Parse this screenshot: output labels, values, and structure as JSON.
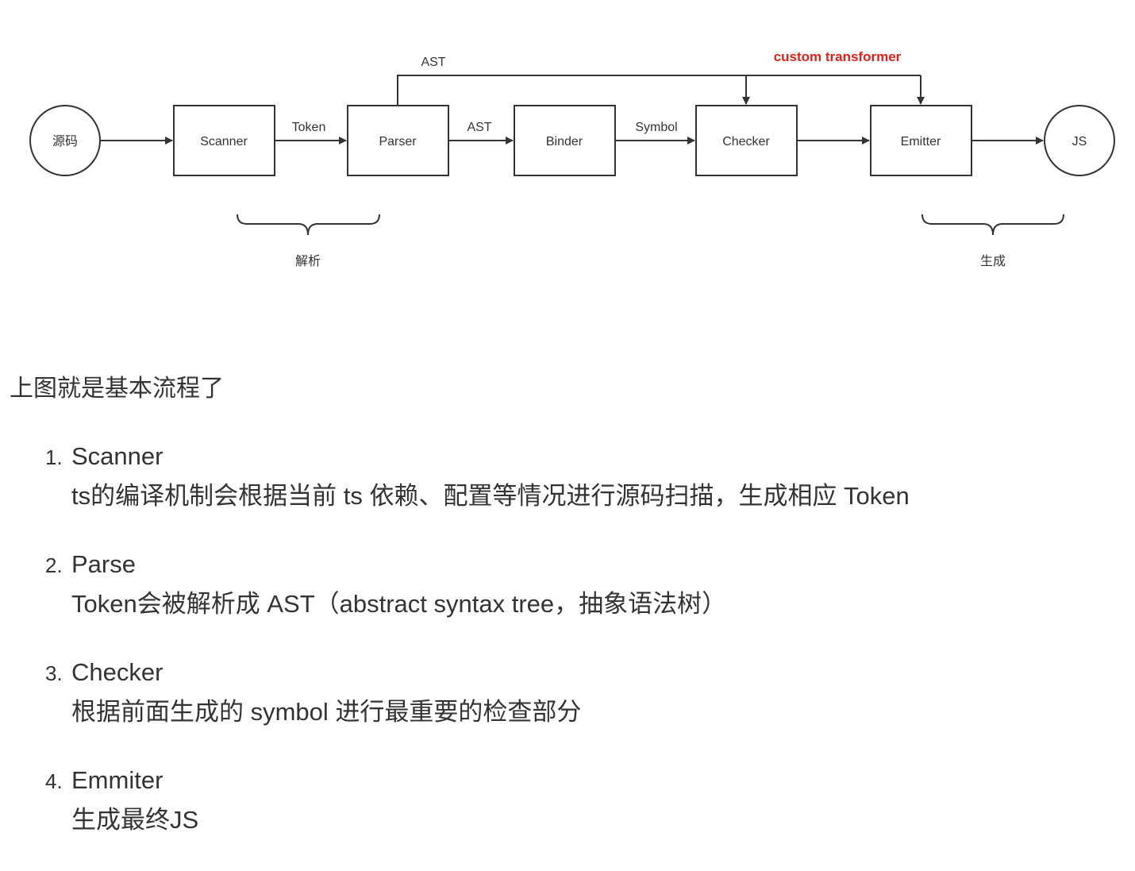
{
  "diagram": {
    "nodes": {
      "source": "源码",
      "scanner": "Scanner",
      "parser": "Parser",
      "binder": "Binder",
      "checker": "Checker",
      "emitter": "Emitter",
      "js": "JS"
    },
    "edge_labels": {
      "token": "Token",
      "ast_parser_binder": "AST",
      "symbol": "Symbol",
      "ast_top": "AST",
      "custom_transformer": "custom transformer"
    },
    "group_labels": {
      "parse": "解析",
      "generate": "生成"
    },
    "colors": {
      "stroke": "#333333",
      "highlight": "#e0201b"
    }
  },
  "intro": "上图就是基本流程了",
  "steps": [
    {
      "num": "1.",
      "title": "Scanner",
      "desc": "ts的编译机制会根据当前 ts 依赖、配置等情况进行源码扫描，生成相应 Token"
    },
    {
      "num": "2.",
      "title": "Parse",
      "desc": "Token会被解析成 AST（abstract syntax tree，抽象语法树）"
    },
    {
      "num": "3.",
      "title": "Checker",
      "desc": "根据前面生成的 symbol 进行最重要的检查部分"
    },
    {
      "num": "4.",
      "title": "Emmiter",
      "desc": "生成最终JS"
    }
  ]
}
